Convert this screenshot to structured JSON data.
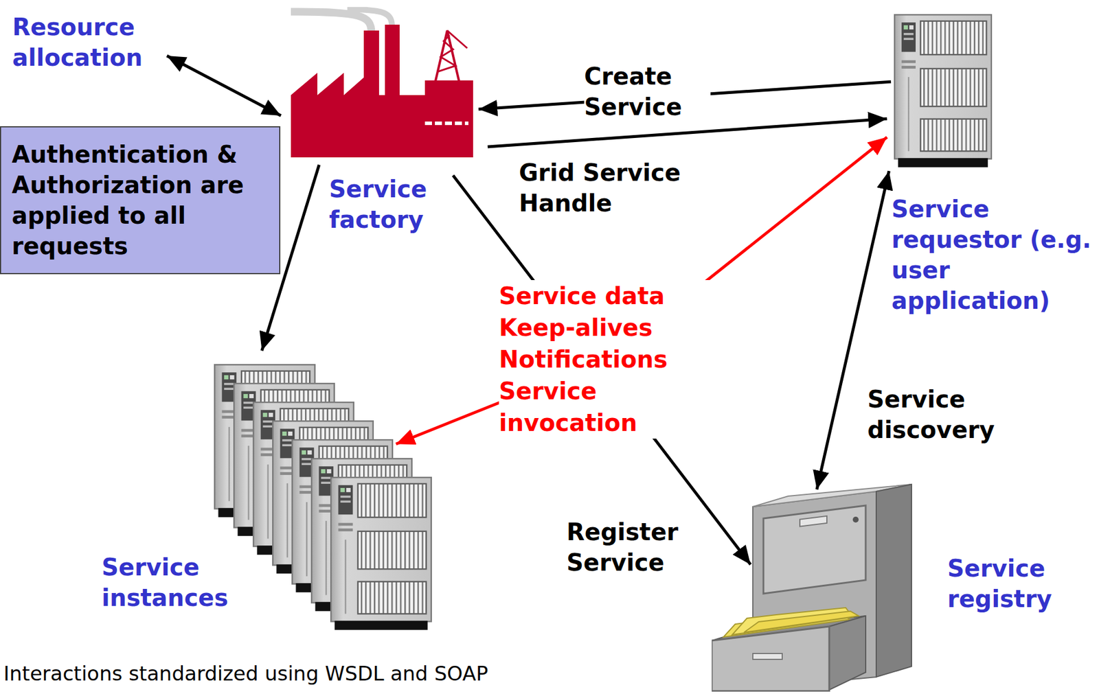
{
  "diagram": {
    "nodes": [
      {
        "text": [
          "Service factory"
        ]
      },
      {
        "text": [
          "Service requestor (e.g. user application)"
        ]
      },
      {
        "text": [
          "Authentication & Authorization are applied to all requests"
        ]
      },
      {
        "text": [
          "Service instances"
        ]
      },
      {
        "text": [
          "Service registry"
        ]
      }
    ],
    "edges": [
      {
        "from": 1,
        "to": 0,
        "label": "Create Service",
        "arrow": "to"
      },
      {
        "from": 0,
        "to": 1,
        "label": "Grid Service Handle",
        "arrow": "to"
      },
      {
        "from": 0,
        "to": 3,
        "arrow": "to"
      },
      {
        "from": 0,
        "to": 4,
        "label": "Register Service",
        "arrow": "to"
      },
      {
        "from": 1,
        "to": 4,
        "label": "Service discovery",
        "arrow": "both"
      },
      {
        "from": 1,
        "to": 3,
        "label": "Service data Keep-alives Notifications Service invocation",
        "arrow": "both"
      }
    ],
    "labels": [
      "Resource allocation",
      "Interactions standardized using WSDL and SOAP"
    ]
  }
}
